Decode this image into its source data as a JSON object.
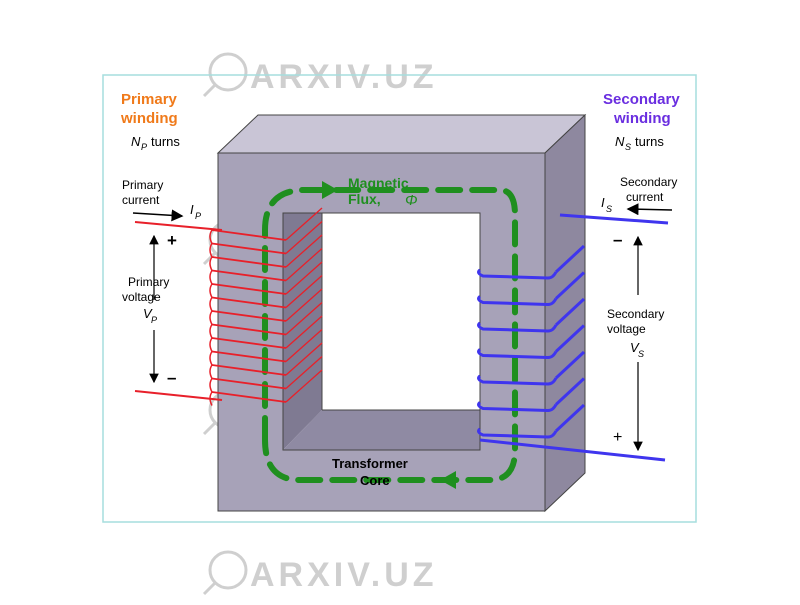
{
  "watermark": {
    "text": "ARXIV.UZ",
    "color": "#cccccc"
  },
  "primary": {
    "title_line1": "Primary",
    "title_line2": "winding",
    "turns_symbol": "N",
    "turns_sub": "P",
    "turns_word": "turns",
    "current_line1": "Primary",
    "current_line2": "current",
    "current_symbol": "I",
    "current_sub": "P",
    "voltage_line1": "Primary",
    "voltage_line2": "voltage",
    "voltage_symbol": "V",
    "voltage_sub": "P",
    "plus": "+",
    "minus": "–",
    "color": "#e8202a"
  },
  "secondary": {
    "title_line1": "Secondary",
    "title_line2": "winding",
    "turns_symbol": "N",
    "turns_sub": "S",
    "turns_word": "turns",
    "current_line1": "Secondary",
    "current_line2": "current",
    "current_symbol": "I",
    "current_sub": "S",
    "voltage_line1": "Secondary",
    "voltage_line2": "voltage",
    "voltage_symbol": "V",
    "voltage_sub": "S",
    "plus": "+",
    "minus": "–",
    "color": "#3f35ee"
  },
  "flux": {
    "line1": "Magnetic",
    "line2": "Flux,",
    "symbol": "Φ",
    "color": "#1f8f1f"
  },
  "core": {
    "line1": "Transformer",
    "line2": "Core",
    "color": "#a39eb6"
  },
  "accent_colors": {
    "primary_title": "#f07a1a",
    "secondary_title": "#6a2ee0",
    "frame": "#a6dede"
  }
}
